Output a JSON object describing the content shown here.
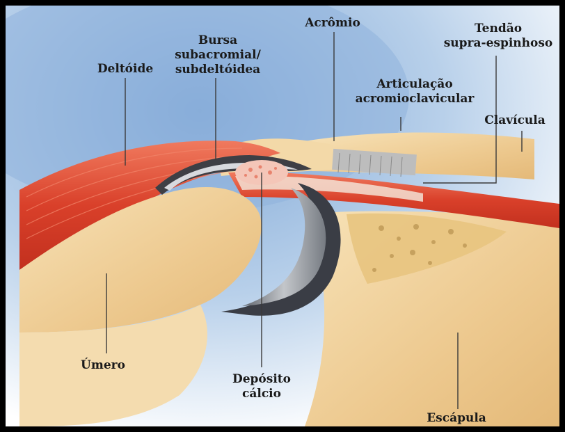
{
  "labels": {
    "deltoide": "Deltóide",
    "bursa_1": "Bursa",
    "bursa_2": "subacromial/",
    "bursa_3": "subdeltóidea",
    "acromio": "Acrômio",
    "tendao_1": "Tendão",
    "tendao_2": "supra-espinhoso",
    "articulacao_1": "Articulação",
    "articulacao_2": "acromioclavicular",
    "clavicula": "Clavícula",
    "umero": "Úmero",
    "deposito_1": "Depósito",
    "deposito_2": "cálcio",
    "escapula": "Escápula"
  },
  "colors": {
    "frame": "#000000",
    "muscle": "#d9402a",
    "bone": "#f1d29c",
    "cartilage": "#8a8f97",
    "background_blue": "#a9c6e6",
    "calcium": "#f4c6b8"
  }
}
